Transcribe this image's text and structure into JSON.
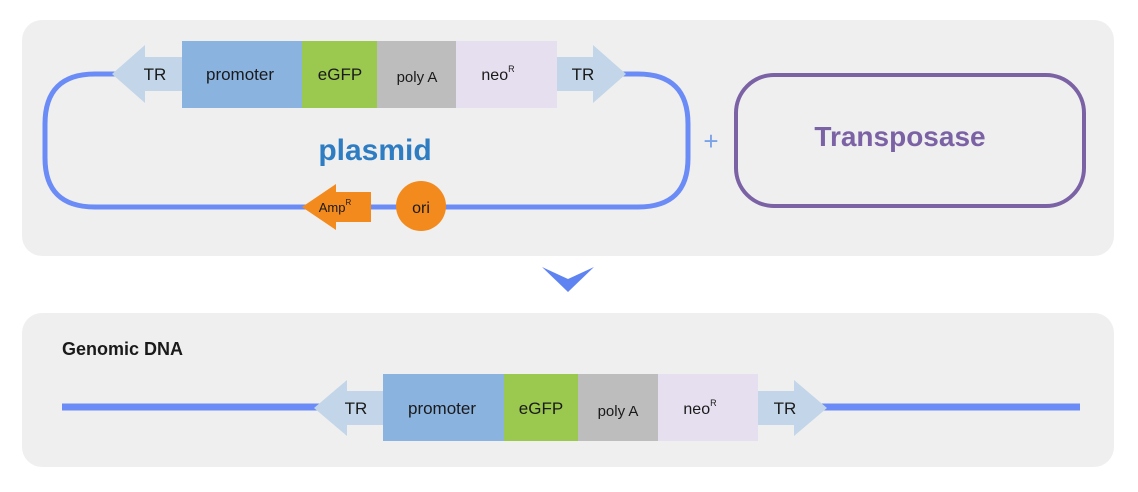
{
  "colors": {
    "panel": "#efefef",
    "backbone": "#6b8cf6",
    "tr_arrow": "#c3d5e8",
    "promoter": "#8ab3e0",
    "egfp": "#9bc84f",
    "polya": "#bdbdbd",
    "neo": "#e6dff0",
    "amp": "#f28a1e",
    "ori": "#f28a1e",
    "plasmid_label": "#2e7cc2",
    "transposase": "#7b62a5",
    "plus": "#7aa3e8",
    "down_arrow": "#5f84f2",
    "genomic_label": "#1a1a1a"
  },
  "top": {
    "tr_left": "TR",
    "promoter": "promoter",
    "egfp": "eGFP",
    "polya": "poly A",
    "neo": "neo",
    "neo_sup": "R",
    "tr_right": "TR",
    "plasmid_label": "plasmid",
    "amp": "Amp",
    "amp_sup": "R",
    "ori": "ori",
    "plus": "+",
    "transposase": "Transposase"
  },
  "bottom": {
    "title": "Genomic DNA",
    "tr_left": "TR",
    "promoter": "promoter",
    "egfp": "eGFP",
    "polya": "poly A",
    "neo": "neo",
    "neo_sup": "R",
    "tr_right": "TR"
  }
}
